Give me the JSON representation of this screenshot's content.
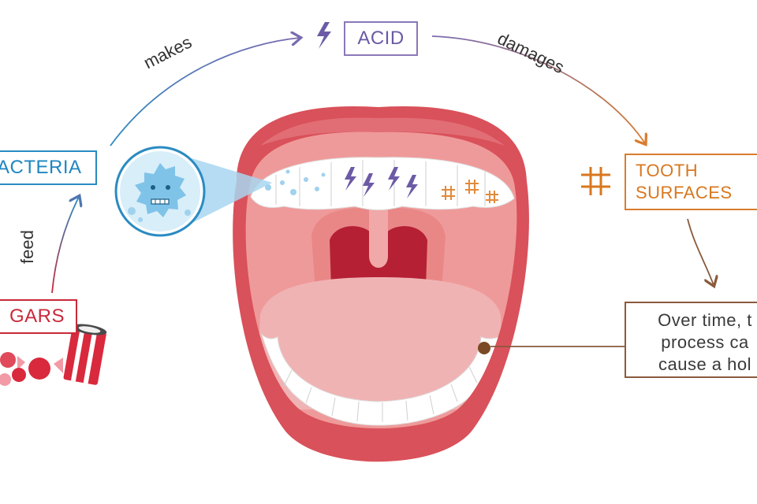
{
  "labels": {
    "acid": "ACID",
    "bacteria": "ACTERIA",
    "sugars": "GARS",
    "tooth_surfaces": [
      "TOOTH",
      "SURFACES"
    ],
    "hole_text": [
      "Over time, t",
      "process ca",
      "cause a hol"
    ]
  },
  "arrows": {
    "makes": "makes",
    "damages": "damages",
    "feed": "feed"
  },
  "icons": {
    "acid": "lightning-icon",
    "tooth": "hash-grid-icon",
    "bacteria": "germ-icon",
    "sugars": "candy-icon"
  },
  "colors": {
    "acid": "#8a78b8",
    "bacteria": "#2a8bc2",
    "sugars": "#c9293a",
    "tooth": "#d97c2e",
    "hole": "#8a5a3c",
    "lips": "#d9515a",
    "tongue": "#f0b3b3",
    "throat": "#b52035"
  }
}
